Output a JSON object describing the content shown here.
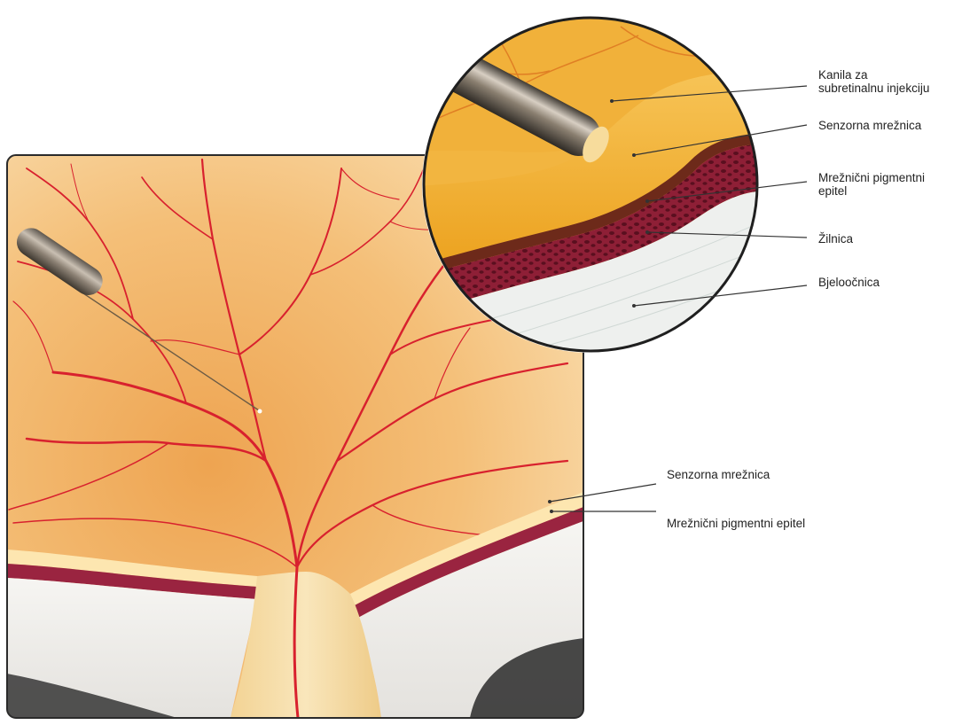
{
  "labels": {
    "cannula_line1": "Kanila za",
    "cannula_line2": "subretinalnu injekciju",
    "inset_sensory_retina": "Senzorna mrežnica",
    "inset_rpe_line1": "Mrežnični pigmentni",
    "inset_rpe_line2": "epitel",
    "choroid": "Žilnica",
    "sclera": "Bjeloočnica",
    "main_sensory_retina": "Senzorna mrežnica",
    "main_rpe": "Mrežnični pigmentni epitel"
  },
  "colors": {
    "fundus_light": "#f8d8a4",
    "fundus_mid": "#f2b868",
    "fundus_dark": "#e9a04c",
    "vessel": "#d8212e",
    "retina_band": "#fde6b0",
    "rpe_band": "#9a2440",
    "choroid": "#7a1a2c",
    "sclera": "#f3f1ec",
    "optic_nerve": "#f4dba0",
    "inset_retina": "#f5b431",
    "cannula": "#9a8a78",
    "leader_line": "#333333"
  }
}
